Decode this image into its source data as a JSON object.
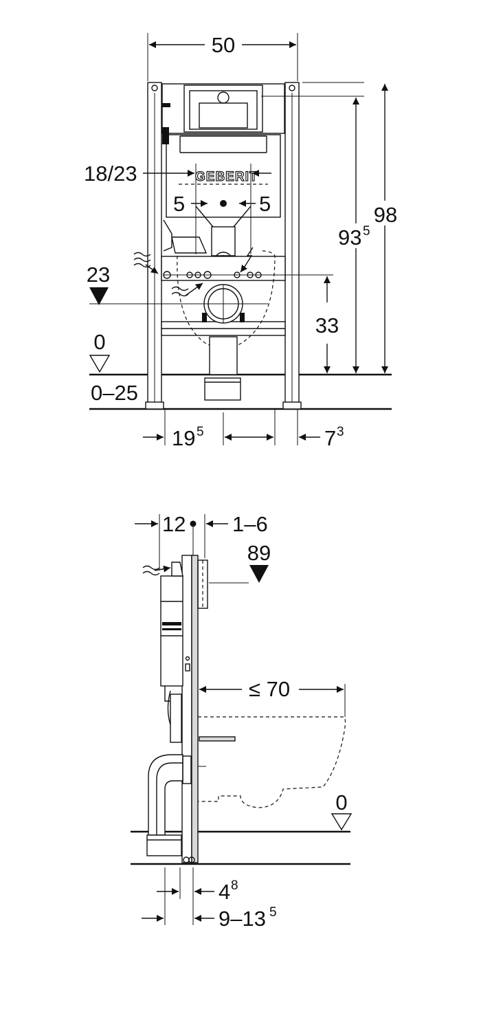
{
  "front_view": {
    "width_label": "50",
    "frame_height_label": "98",
    "actuation_height_base": "93",
    "actuation_height_sup": "5",
    "drain_height_label": "33",
    "axle_distance_label": "18/23",
    "bolt_left_label": "5",
    "bolt_right_label": "5",
    "supply_height_label": "23",
    "floor_zero_label": "0",
    "floor_range_label": "0–25",
    "foot_left_base": "19",
    "foot_left_sup": "5",
    "foot_right_base": "7",
    "foot_right_sup": "3",
    "logo_text": "GEBERIT"
  },
  "side_view": {
    "depth_base_label": "12",
    "depth_adjust_label": "1–6",
    "plate_height_label": "89",
    "projection_label": "≤ 70",
    "floor_zero_label": "0",
    "bottom_offset_base": "4",
    "bottom_offset_sup": "8",
    "bottom_range_base": "9–13",
    "bottom_range_sup": "5"
  },
  "icons": [
    "water-supply-icon",
    "electric-supply-icon",
    "level-marker-icon",
    "arrow-icon"
  ]
}
